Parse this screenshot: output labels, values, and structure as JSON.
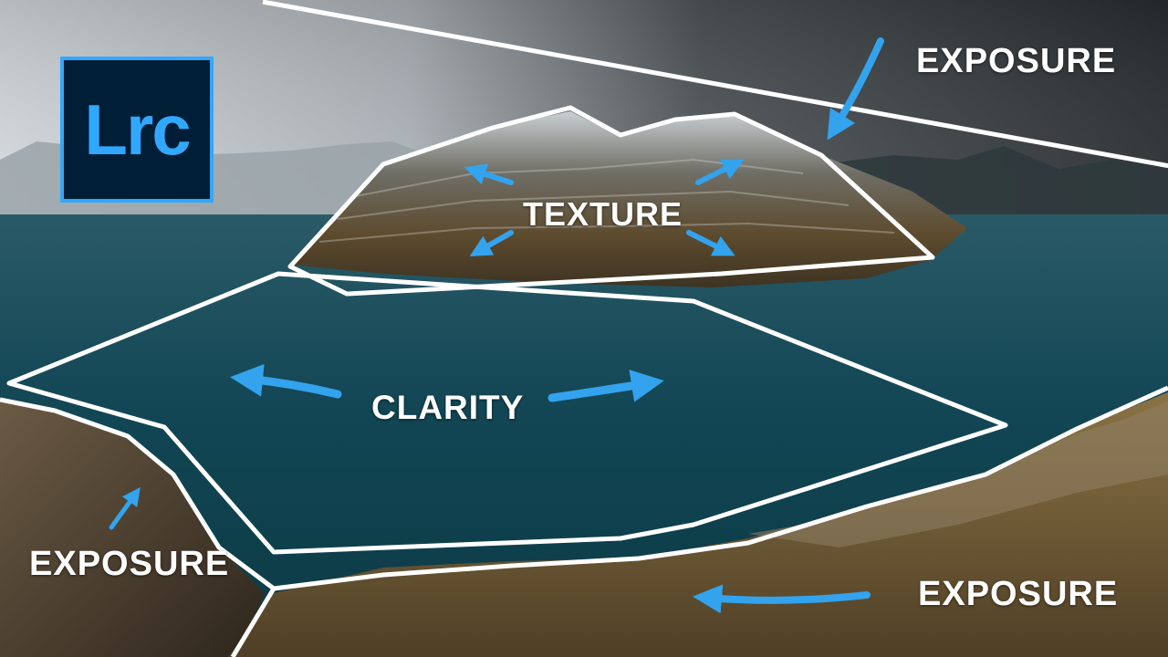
{
  "image": {
    "description_free": true,
    "colors": {
      "sky_light": "#d9dee1",
      "sky_dark": "#2f3336",
      "water": "#0f4a57",
      "cliff_grass": "#6e5a33",
      "rock": "#4a3c2c",
      "outline": "#ffffff",
      "arrow": "#33a3ee"
    }
  },
  "logo": {
    "text": "Lrc",
    "bg_color": "#001e36",
    "accent_color": "#31a8ff"
  },
  "labels": {
    "exposure_top_right": "EXPOSURE",
    "texture": "TEXTURE",
    "clarity": "CLARITY",
    "exposure_bottom_left": "EXPOSURE",
    "exposure_bottom_right": "EXPOSURE"
  },
  "icons": {
    "arrow": "arrow-icon"
  }
}
